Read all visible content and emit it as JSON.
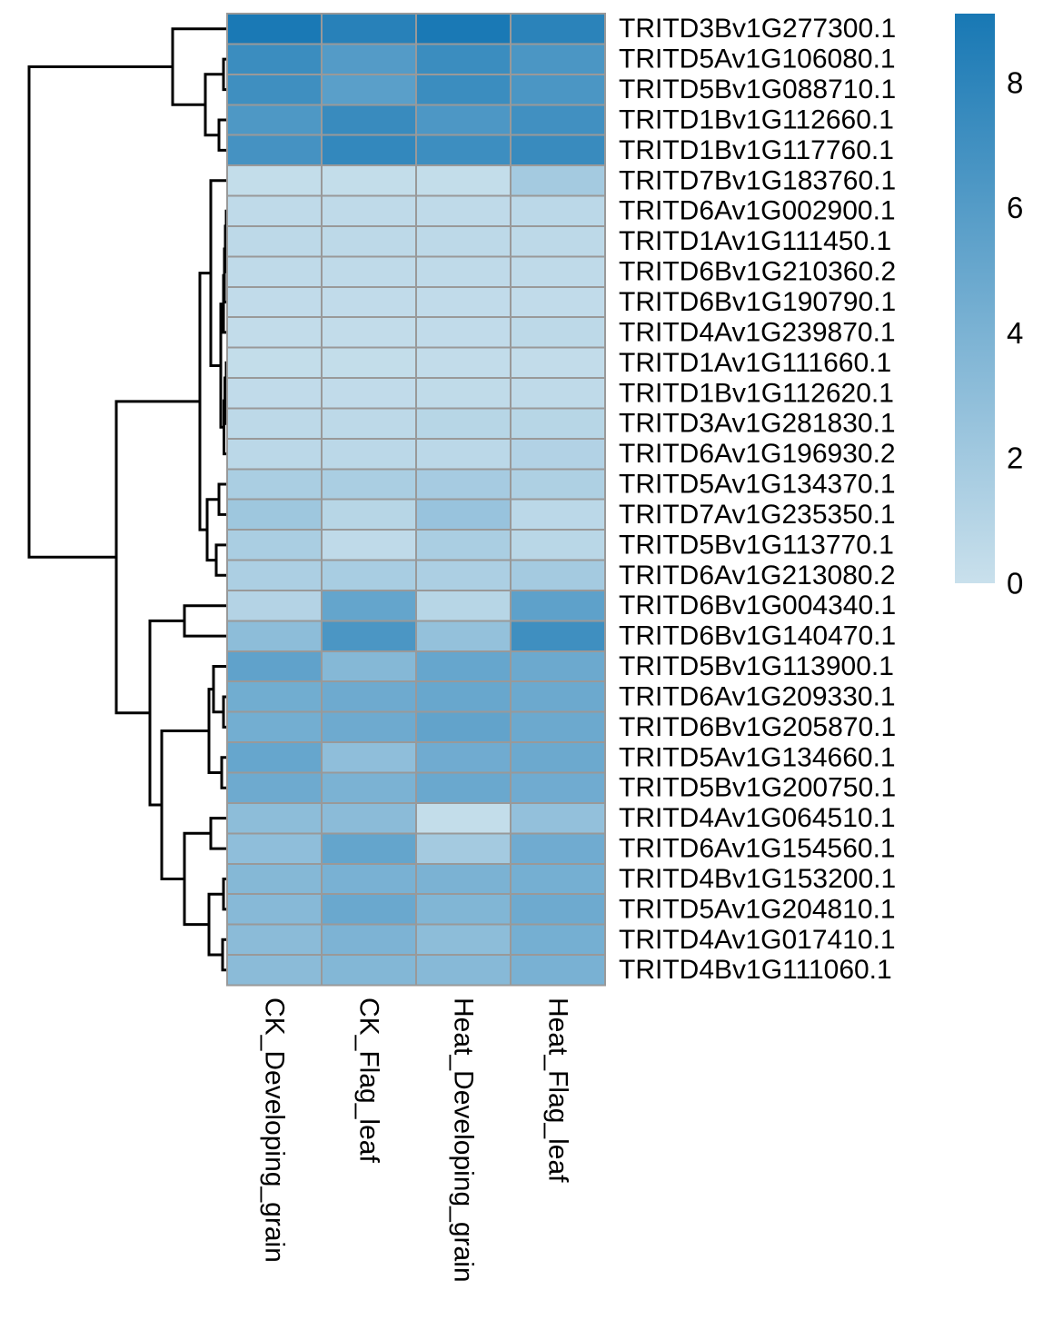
{
  "figure": {
    "kind": "clustered-heatmap",
    "background": "#ffffff"
  },
  "chart_data": {
    "type": "heatmap",
    "columns": [
      "CK_Developing_grain",
      "CK_Flag_leaf",
      "Heat_Developing_grain",
      "Heat_Flag_leaf"
    ],
    "rows": [
      "TRITD3Bv1G277300.1",
      "TRITD5Av1G106080.1",
      "TRITD5Bv1G088710.1",
      "TRITD1Bv1G112660.1",
      "TRITD1Bv1G117760.1",
      "TRITD7Bv1G183760.1",
      "TRITD6Av1G002900.1",
      "TRITD1Av1G111450.1",
      "TRITD6Bv1G210360.2",
      "TRITD6Bv1G190790.1",
      "TRITD4Av1G239870.1",
      "TRITD1Av1G111660.1",
      "TRITD1Bv1G112620.1",
      "TRITD3Av1G281830.1",
      "TRITD6Av1G196930.2",
      "TRITD5Av1G134370.1",
      "TRITD7Av1G235350.1",
      "TRITD5Bv1G113770.1",
      "TRITD6Av1G213080.2",
      "TRITD6Bv1G004340.1",
      "TRITD6Bv1G140470.1",
      "TRITD5Bv1G113900.1",
      "TRITD6Av1G209330.1",
      "TRITD6Bv1G205870.1",
      "TRITD5Av1G134660.1",
      "TRITD5Bv1G200750.1",
      "TRITD4Av1G064510.1",
      "TRITD6Av1G154560.1",
      "TRITD4Bv1G153200.1",
      "TRITD5Av1G204810.1",
      "TRITD4Av1G017410.1",
      "TRITD4Bv1G111060.1"
    ],
    "values": [
      [
        9.0,
        8.3,
        9.0,
        8.1
      ],
      [
        7.3,
        6.0,
        7.3,
        6.5
      ],
      [
        7.1,
        5.7,
        7.3,
        6.5
      ],
      [
        6.3,
        7.4,
        6.4,
        7.0
      ],
      [
        6.8,
        7.7,
        7.2,
        7.4
      ],
      [
        0.3,
        0.3,
        0.3,
        1.9
      ],
      [
        0.5,
        0.5,
        0.5,
        0.7
      ],
      [
        0.6,
        0.6,
        0.6,
        0.6
      ],
      [
        0.5,
        0.5,
        0.5,
        0.5
      ],
      [
        0.4,
        0.4,
        0.4,
        0.4
      ],
      [
        0.35,
        0.35,
        0.4,
        0.6
      ],
      [
        0.3,
        0.3,
        0.35,
        0.35
      ],
      [
        0.4,
        0.4,
        0.45,
        0.5
      ],
      [
        0.6,
        0.6,
        0.9,
        0.9
      ],
      [
        0.7,
        0.7,
        0.7,
        1.2
      ],
      [
        1.6,
        1.6,
        1.8,
        1.4
      ],
      [
        2.2,
        0.9,
        2.5,
        0.7
      ],
      [
        1.6,
        0.5,
        1.6,
        0.8
      ],
      [
        1.5,
        1.7,
        1.5,
        1.9
      ],
      [
        1.1,
        5.2,
        0.9,
        5.5
      ],
      [
        3.1,
        6.5,
        2.7,
        7.1
      ],
      [
        5.4,
        3.5,
        5.1,
        4.8
      ],
      [
        4.5,
        4.7,
        5.0,
        4.8
      ],
      [
        4.4,
        4.7,
        5.3,
        4.8
      ],
      [
        5.1,
        3.0,
        4.6,
        4.8
      ],
      [
        4.7,
        4.0,
        4.9,
        4.6
      ],
      [
        3.1,
        3.2,
        0.3,
        2.8
      ],
      [
        3.0,
        5.2,
        1.9,
        4.6
      ],
      [
        3.5,
        4.1,
        4.0,
        4.3
      ],
      [
        3.4,
        4.9,
        3.7,
        4.7
      ],
      [
        3.2,
        3.9,
        3.1,
        4.3
      ],
      [
        3.2,
        3.6,
        3.4,
        4.1
      ]
    ],
    "color_scale": {
      "min": 0,
      "max": 9.1,
      "min_color": "#c9e0ec",
      "max_color": "#1878b4"
    },
    "legend_ticks": [
      "8",
      "6",
      "4",
      "2",
      "0"
    ],
    "legend_tick_values": [
      8,
      6,
      4,
      2,
      0
    ],
    "cell_border_color": "#999999",
    "dendrogram_color": "#000000",
    "row_dendrogram": {
      "h": 1.0,
      "c": [
        {
          "h": 0.2752,
          "c": [
            {
              "leaf": 0
            },
            {
              "h": 0.1101,
              "c": [
                {
                  "h": 0.0183,
                  "c": [
                    {
                      "leaf": 1
                    },
                    {
                      "leaf": 2
                    }
                  ]
                },
                {
                  "h": 0.0413,
                  "c": [
                    {
                      "leaf": 3
                    },
                    {
                      "leaf": 4
                    }
                  ]
                }
              ]
            }
          ]
        },
        {
          "h": 0.5596,
          "c": [
            {
              "h": 0.1376,
              "c": [
                {
                  "h": 0.0826,
                  "c": [
                    {
                      "leaf": 5
                    },
                    {
                      "h": 0.0321,
                      "c": [
                        {
                          "h": 0.0183,
                          "c": [
                            {
                              "h": 0.0138,
                              "c": [
                                {
                                  "h": 0.0092,
                                  "c": [
                                    {
                                      "h": 0.0046,
                                      "c": [
                                        {
                                          "leaf": 6
                                        },
                                        {
                                          "leaf": 7
                                        }
                                      ]
                                    },
                                    {
                                      "leaf": 8
                                    }
                                  ]
                                },
                                {
                                  "leaf": 9
                                }
                              ]
                            },
                            {
                              "leaf": 10
                            }
                          ]
                        },
                        {
                          "h": 0.016,
                          "c": [
                            {
                              "h": 0.0115,
                              "c": [
                                {
                                  "h": 0.0046,
                                  "c": [
                                    {
                                      "leaf": 11
                                    },
                                    {
                                      "leaf": 12
                                    }
                                  ]
                                },
                                {
                                  "leaf": 13
                                }
                              ]
                            },
                            {
                              "leaf": 14
                            }
                          ]
                        }
                      ]
                    }
                  ]
                },
                {
                  "h": 0.1009,
                  "c": [
                    {
                      "h": 0.0413,
                      "c": [
                        {
                          "leaf": 15
                        },
                        {
                          "leaf": 16
                        }
                      ]
                    },
                    {
                      "h": 0.055,
                      "c": [
                        {
                          "leaf": 17
                        },
                        {
                          "leaf": 18
                        }
                      ]
                    }
                  ]
                }
              ]
            },
            {
              "h": 0.39,
              "c": [
                {
                  "h": 0.2156,
                  "c": [
                    {
                      "leaf": 19
                    },
                    {
                      "leaf": 20
                    }
                  ]
                },
                {
                  "h": 0.3303,
                  "c": [
                    {
                      "h": 0.0917,
                      "c": [
                        {
                          "h": 0.0688,
                          "c": [
                            {
                              "leaf": 21
                            },
                            {
                              "h": 0.0183,
                              "c": [
                                {
                                  "leaf": 22
                                },
                                {
                                  "leaf": 23
                                }
                              ]
                            }
                          ]
                        },
                        {
                          "h": 0.0275,
                          "c": [
                            {
                              "leaf": 24
                            },
                            {
                              "leaf": 25
                            }
                          ]
                        }
                      ]
                    },
                    {
                      "h": 0.2156,
                      "c": [
                        {
                          "h": 0.0826,
                          "c": [
                            {
                              "leaf": 26
                            },
                            {
                              "leaf": 27
                            }
                          ]
                        },
                        {
                          "h": 0.0917,
                          "c": [
                            {
                              "h": 0.0183,
                              "c": [
                                {
                                  "leaf": 28
                                },
                                {
                                  "leaf": 29
                                }
                              ]
                            },
                            {
                              "h": 0.0229,
                              "c": [
                                {
                                  "leaf": 30
                                },
                                {
                                  "leaf": 31
                                }
                              ]
                            }
                          ]
                        }
                      ]
                    }
                  ]
                }
              ]
            }
          ]
        }
      ]
    }
  }
}
